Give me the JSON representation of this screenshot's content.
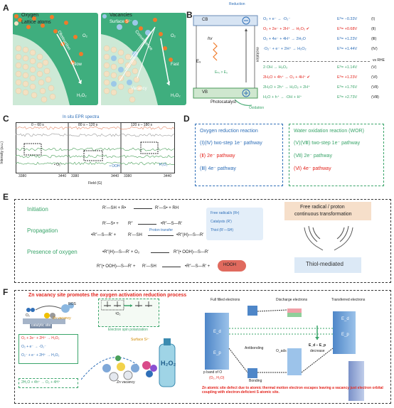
{
  "panelA": {
    "letter": "A",
    "legend_oxygen": "Oxygen",
    "legend_lattice": "Lattice atoms",
    "legend_vacancies": "Vacancies",
    "legend_surface_s": "Surface S²⁻",
    "left_obstruction": "Obstruction",
    "left_o2": "O₂",
    "left_slow": "Slow",
    "left_h2o2": "H₂O₂",
    "right_o2": "O₂",
    "right_convenience": "Convenience",
    "right_fast": "Fast",
    "right_vacancy": "Vacancy",
    "right_h2o2": "H₂O₂",
    "colors": {
      "oxygen": "#f07b2a",
      "lattice": "#f3e1c2",
      "vacancy": "#9cc8e8",
      "bg": "#3fae7e"
    }
  },
  "panelB": {
    "letter": "B",
    "reduction": "Reduction",
    "oxidation": "Oxidation",
    "cb": "CB",
    "vb": "VB",
    "hv": "hv",
    "eg": "E₉",
    "ehv": "Eₕᵥ > E₉",
    "excitation": "excitation",
    "photocatalyst": "Photocatalyst",
    "vs_rhe": "vs RHE",
    "reactions": [
      {
        "eq": "O₂ + e⁻ → ·O₂⁻",
        "pot": "E⁰= −0.33V",
        "num": "(Ⅰ)",
        "color": "blue"
      },
      {
        "eq": "O₂ + 2e⁻ + 2H⁺ → H₂O₂ ✔",
        "pot": "E⁰= +0.68V",
        "num": "(Ⅱ)",
        "color": "red"
      },
      {
        "eq": "O₂ + 4e⁻ + 4H⁺ → 2H₂O",
        "pot": "E⁰= +1.23V",
        "num": "(Ⅲ)",
        "color": "blue"
      },
      {
        "eq": "·O₂⁻ + e⁻ + 2H⁺ → H₂O₂",
        "pot": "E⁰= +1.44V",
        "num": "(Ⅳ)",
        "color": "blue"
      },
      {
        "eq": "2·OH → H₂O₂",
        "pot": "E⁰= +1.14V",
        "num": "(Ⅴ)",
        "color": "green"
      },
      {
        "eq": "2H₂O + 4h⁺ → O₂ + 4H⁺ ✔",
        "pot": "E⁰= +1.23V",
        "num": "(Ⅵ)",
        "color": "red"
      },
      {
        "eq": "2H₂O + 2h⁺ → H₂O₂ + 2H⁺",
        "pot": "E⁰= +1.76V",
        "num": "(Ⅶ)",
        "color": "green"
      },
      {
        "eq": "H₂O + h⁺ → ·OH + H⁺",
        "pot": "E⁰= +2.73V",
        "num": "(Ⅷ)",
        "color": "green"
      }
    ]
  },
  "panelC": {
    "letter": "C",
    "title": "In situ EPR spectra",
    "ranges": [
      "0 – 60 s",
      "80 s – 120 s",
      "120 s – 180 s"
    ],
    "species": [
      "• O₂⁻",
      "• OOH",
      "H₂O₂"
    ],
    "ylabel": "Intensity (a.u.)",
    "xlabel": "Field (G)",
    "ticks": [
      "3380",
      "3440",
      "3380",
      "3440",
      "3380",
      "3440"
    ]
  },
  "panelD": {
    "letter": "D",
    "orr_title": "Oxygen reduction reaction",
    "wor_title": "Water oxidation reaction (WOR)",
    "orr": [
      {
        "num": "(Ⅰ)(Ⅳ)",
        "txt": "two-step 1e⁻ pathway",
        "color": "blue"
      },
      {
        "num": "(Ⅱ)",
        "txt": "2e⁻ pathway",
        "color": "red"
      },
      {
        "num": "(Ⅲ)",
        "txt": "4e⁻ pathway",
        "color": "blue"
      }
    ],
    "wor": [
      {
        "num": "(Ⅴ)(Ⅷ)",
        "txt": "two-step 1e⁻ pathway",
        "color": "green"
      },
      {
        "num": "(Ⅶ)",
        "txt": "2e⁻ pathway",
        "color": "green"
      },
      {
        "num": "(Ⅵ)",
        "txt": "4e⁻ pathway",
        "color": "red"
      }
    ]
  },
  "panelE": {
    "letter": "E",
    "initiation": "Initiation",
    "propagation": "Propagation",
    "presence": "Presence of oxygen",
    "init_eq1": "R′—SH + R•",
    "init_eq2": "R′—S• + RH",
    "prop_eq1a": "R′—S• +",
    "prop_eq1b": "R″",
    "prop_eq1c": "•R″—S—R′",
    "prop_eq2a": "•R″—S—R′ +",
    "prop_eq2b": "R′—SH",
    "prop_eq2c": "•R″(H)—S—R′",
    "proton_transfer": "Proton transfer",
    "ox_eq1a": "•R″(H)—S—R′ + O₂",
    "ox_eq1b": "R″(• OOH)—S—R′",
    "ox_eq2a": "R″(• OOH)—S—R′ +",
    "ox_eq2b": "R′—SH",
    "ox_eq2c": "•R″—S—R′ +",
    "hooh": "HOOH",
    "legend": [
      "Free radical/s (R•)",
      "Catalysts (R′)",
      "Thiol (R′—SH)"
    ],
    "right_title1": "Free radical / proton",
    "right_title2": "continuous transformation",
    "thiol": "Thiol-mediated"
  },
  "panelF": {
    "letter": "F",
    "title": "Zn vacancy site promotes the oxygen activation reduction process",
    "o2": "O₂",
    "ros": "ROS",
    "catalytic_site": "catalytic site",
    "zn_vacancy_small": "Zn vacancy",
    "triplet": "³O₂",
    "spin": "Electron spin polarization",
    "eqs_red": "O₂ + 2e⁻ + 2H⁺ → H₂O₂",
    "eqs_b1": "O₂ + e⁻ → ·O₂⁻",
    "eqs_b2": "O₂⁻ + e⁻ + 2H⁺ → H₂O₂",
    "eq_green": "2H₂O + 4h⁺ → O₂ + 4H⁺",
    "surface_s": "Surface S²⁻",
    "zn_vacancy": "Zn vacancy",
    "h2o2": "H₂O₂",
    "full_filled": "Full filled electrons",
    "discharge": "Discharge electrons",
    "transferred": "Transferred electrons",
    "ed": "E_d",
    "ep": "E_p",
    "antibonding": "Antibonding",
    "bonding": "Bonding",
    "oads": "O_ads",
    "decrease1": "E_d − E_p",
    "decrease2": "decrease",
    "pband": "p band of O",
    "pband_sub": "(O₂, H₂O)",
    "note": "Zn atomic site defect due to atomic thermal motion electron escapes leaving a vacancy just electron orbital coupling with electron-deficient S atomic site."
  }
}
